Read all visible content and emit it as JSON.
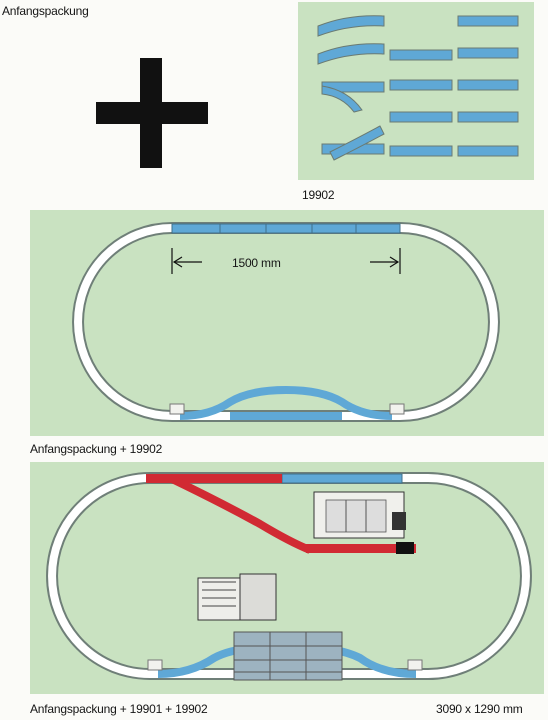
{
  "header": {
    "label": "Anfangspackung"
  },
  "parts_panel": {
    "caption": "19902"
  },
  "layout_1": {
    "dimension": "1500 mm",
    "caption": "Anfangspackung + 19902"
  },
  "layout_2": {
    "caption": "Anfangspackung + 19901 + 19902",
    "size": "3090 x 1290 mm"
  },
  "colors": {
    "panel_green": "#c9e2c1",
    "track_blue": "#5fa8d6",
    "track_red": "#d12a33",
    "plus_black": "#111111"
  }
}
